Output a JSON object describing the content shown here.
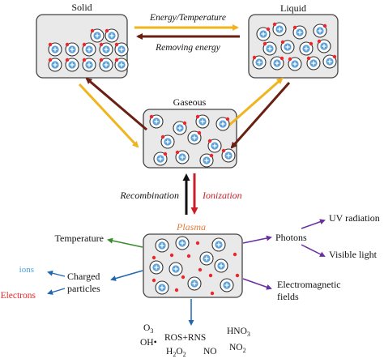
{
  "states": {
    "solid": "Solid",
    "liquid": "Liquid",
    "gaseous": "Gaseous",
    "plasma": "Plasma"
  },
  "transitions": {
    "energy_temperature": "Energy/Temperature",
    "removing_energy": "Removing energy",
    "recombination": "Recombination",
    "ionization": "Ionization"
  },
  "outputs": {
    "temperature": "Temperature",
    "charged_particles_line1": "Charged",
    "charged_particles_line2": "particles",
    "ions": "ions",
    "electrons": "Electrons",
    "photons": "Photons",
    "uv_radiation": "UV radiation",
    "visible_light": "Visible light",
    "electromagnetic_line1": "Electromagnetic",
    "electromagnetic_line2": "fields"
  },
  "species": {
    "o3": "O",
    "o3_sub": "3",
    "oh": "OH•",
    "ros_rns": "ROS+RNS",
    "h2o2_h1": "H",
    "h2o2_sub1": "2",
    "h2o2_o": "O",
    "h2o2_sub2": "2",
    "no": "NO",
    "hno3": "HNO",
    "hno3_sub": "3",
    "no2": "NO",
    "no2_sub": "2"
  },
  "colors": {
    "box_fill": "#e9e9e9",
    "box_stroke": "#444444",
    "particle_outer": "#333333",
    "particle_inner": "#5fa2d7",
    "electron": "#e8282d",
    "arrow_energy": "#f0b41e",
    "arrow_removing": "#6b1f12",
    "arrow_ionization": "#c8202a",
    "arrow_recombination": "#111111",
    "plasma_label": "#e07b3a",
    "ionization_label": "#c8202a",
    "temperature_arrow": "#3a8a2e",
    "charged_arrow": "#1f66b3",
    "photon_arrow": "#6a2fa0",
    "ions_text": "#4aa0de",
    "electrons_text": "#e8282d",
    "species_arrow": "#1f66b3"
  }
}
